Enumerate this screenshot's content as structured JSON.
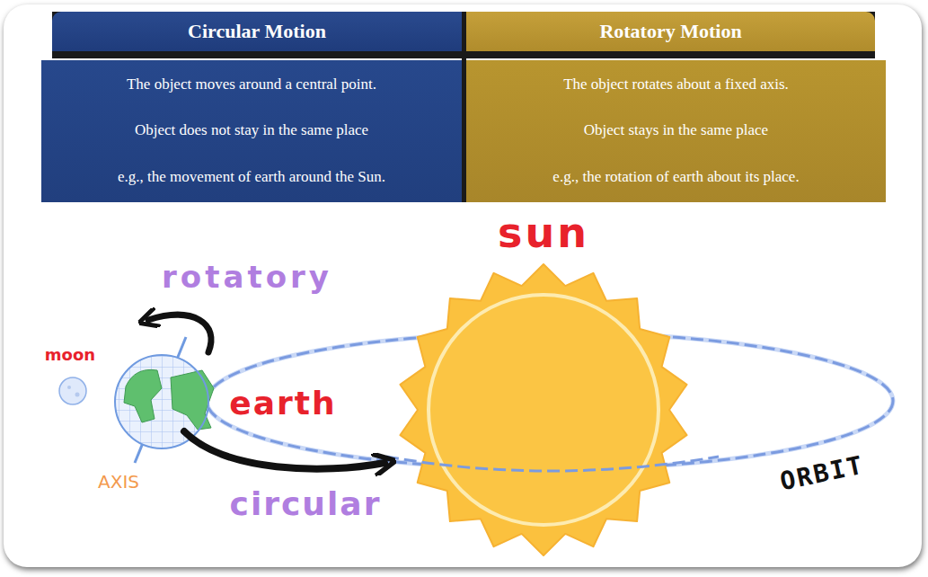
{
  "diagram": {
    "labels": [
      "Circular Motion",
      "Rotatory Motion",
      "The object moves around a central point.",
      "The object rotates about a fixed axis.",
      "Object does not stay in the same place",
      "Object stays in the same place",
      "e.g., the movement of earth around the Sun.",
      "e.g., the rotation of earth about its place.",
      "sun",
      "rotatory",
      "moon",
      "earth",
      "AXIS",
      "circular",
      "ORBIT"
    ]
  }
}
